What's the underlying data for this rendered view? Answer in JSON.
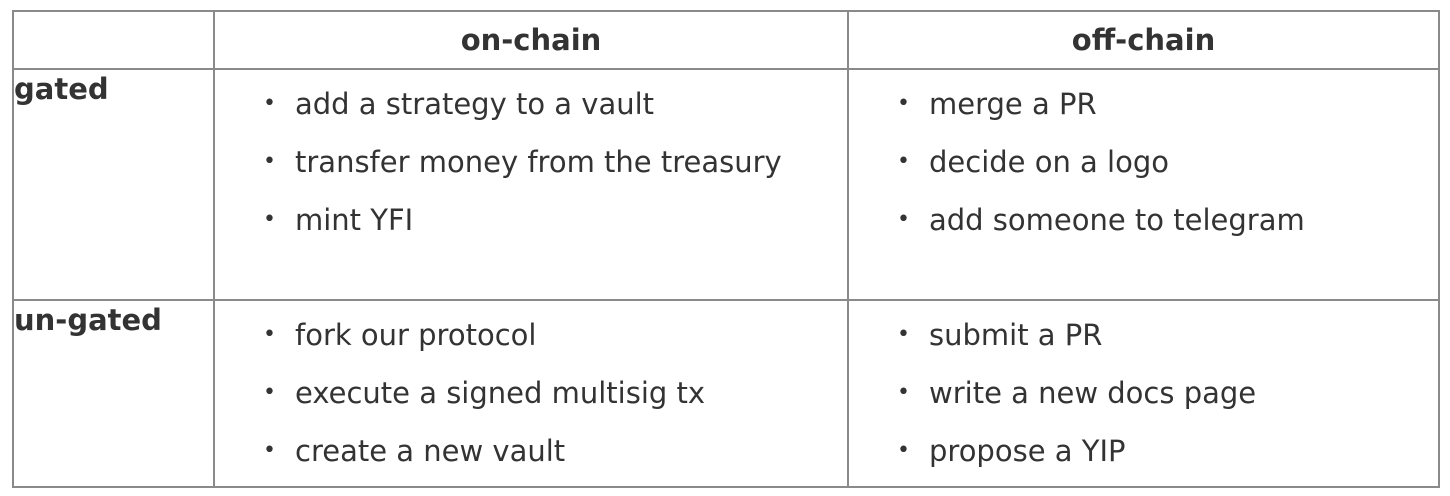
{
  "table": {
    "headers": [
      "",
      "on-chain",
      "off-chain"
    ],
    "rows": [
      {
        "label": "gated",
        "on_chain": [
          "add a strategy to a vault",
          "transfer money from the treasury",
          "mint YFI"
        ],
        "off_chain": [
          "merge a PR",
          "decide on a logo",
          "add someone to telegram"
        ]
      },
      {
        "label": "un-gated",
        "on_chain": [
          "fork our protocol",
          "execute a signed multisig tx",
          "create a new vault"
        ],
        "off_chain": [
          "submit a PR",
          "write a new docs page",
          "propose a YIP"
        ]
      }
    ]
  },
  "colors": {
    "text": "#333333",
    "border": "#8a8a8a",
    "background": "#ffffff"
  },
  "icons": {
    "bullet": "bullet-icon"
  }
}
